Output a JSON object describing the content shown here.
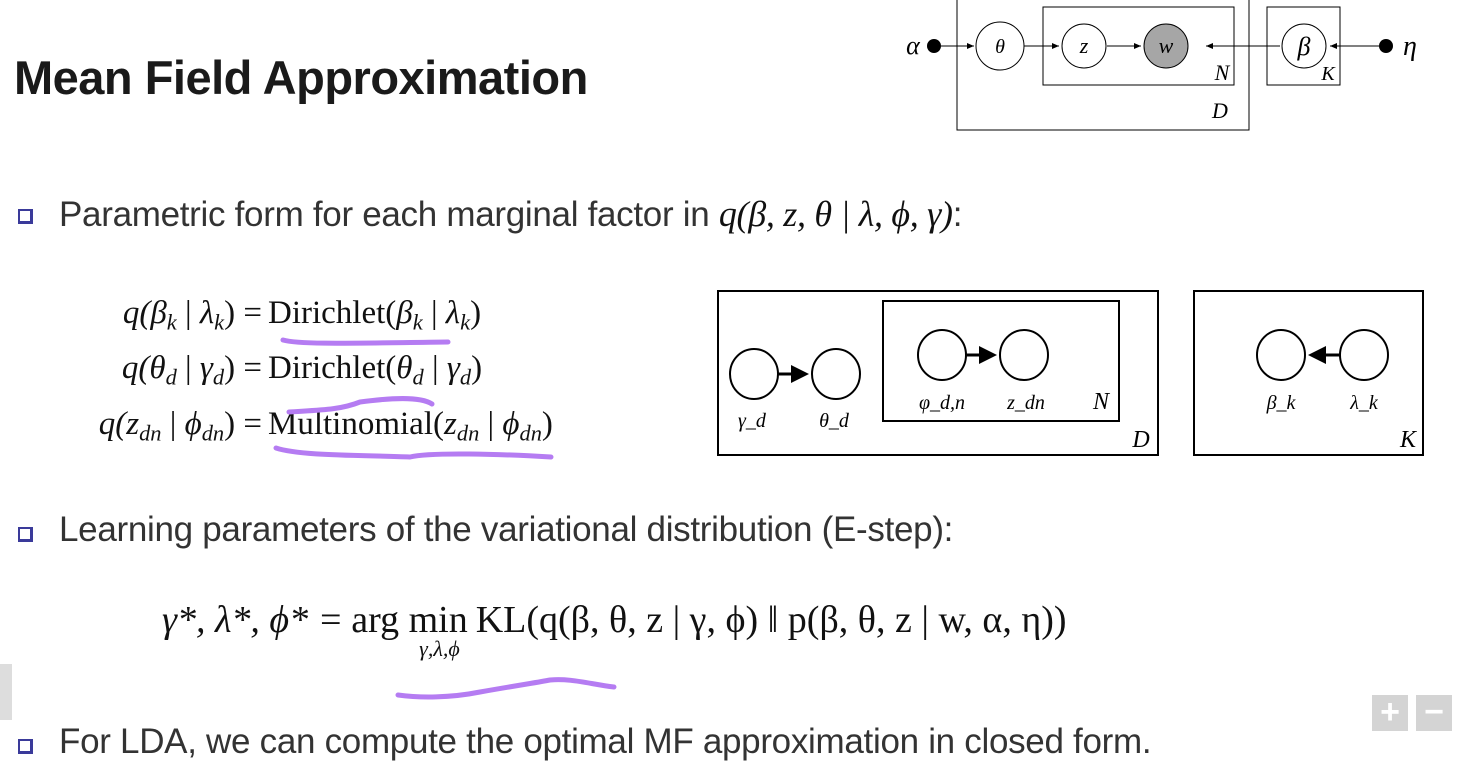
{
  "slide": {
    "title": "Mean Field Approximation",
    "bullets": [
      {
        "text": "Parametric form for each marginal factor in ",
        "math": "q(β, z, θ | λ, ϕ, γ)",
        "suffix": ":"
      },
      {
        "text": "Learning parameters of the variational distribution (E-step):"
      },
      {
        "text": "For LDA, we can compute the optimal MF approximation in closed form."
      }
    ],
    "equations": [
      {
        "lhs": [
          {
            "t": "q(",
            "i": 1
          },
          {
            "t": "β",
            "i": 1,
            "s": "k"
          },
          {
            "t": " | "
          },
          {
            "t": "λ",
            "i": 1,
            "s": "k"
          },
          {
            "t": ") ="
          }
        ],
        "rhs": [
          {
            "t": "Dirichlet("
          },
          {
            "t": "β",
            "i": 1,
            "s": "k"
          },
          {
            "t": " | "
          },
          {
            "t": "λ",
            "i": 1,
            "s": "k"
          },
          {
            "t": ")"
          }
        ]
      },
      {
        "lhs": [
          {
            "t": "q(",
            "i": 1
          },
          {
            "t": "θ",
            "i": 1,
            "s": "d"
          },
          {
            "t": " | "
          },
          {
            "t": "γ",
            "i": 1,
            "s": "d"
          },
          {
            "t": ") ="
          }
        ],
        "rhs": [
          {
            "t": "Dirichlet("
          },
          {
            "t": "θ",
            "i": 1,
            "s": "d"
          },
          {
            "t": " | "
          },
          {
            "t": "γ",
            "i": 1,
            "s": "d"
          },
          {
            "t": ")"
          }
        ]
      },
      {
        "lhs": [
          {
            "t": "q(",
            "i": 1
          },
          {
            "t": "z",
            "i": 1,
            "s": "dn"
          },
          {
            "t": " | "
          },
          {
            "t": "ϕ",
            "i": 1,
            "s": "dn"
          },
          {
            "t": ") ="
          }
        ],
        "rhs": [
          {
            "t": "Multinomial("
          },
          {
            "t": "z",
            "i": 1,
            "s": "dn"
          },
          {
            "t": " | "
          },
          {
            "t": "ϕ",
            "i": 1,
            "s": "dn"
          },
          {
            "t": ")"
          }
        ]
      }
    ],
    "big_equation": {
      "lhs": "γ*, λ*, ϕ* =",
      "op": "arg min",
      "op_sub": "γ,λ,ϕ",
      "rhs": "KL(q(β, θ, z | γ, ϕ) ‖ p(β, θ, z | w, α, η))"
    },
    "diagram_top": {
      "nodes": [
        "α",
        "θ",
        "z",
        "w",
        "β",
        "η"
      ],
      "plates": [
        "N",
        "D",
        "K"
      ],
      "observed_fill": "#a6a6a6"
    },
    "diagram_variational": {
      "nodes": [
        "γ_d",
        "θ_d",
        "φ_d,n",
        "z_dn",
        "β_k",
        "λ_k"
      ],
      "plates": [
        "N",
        "D",
        "K"
      ]
    },
    "annotation_color": "#b57cf2",
    "controls": {
      "zoom_in": "+",
      "zoom_out": "−"
    },
    "bullet_color": "#3a3a9a"
  }
}
